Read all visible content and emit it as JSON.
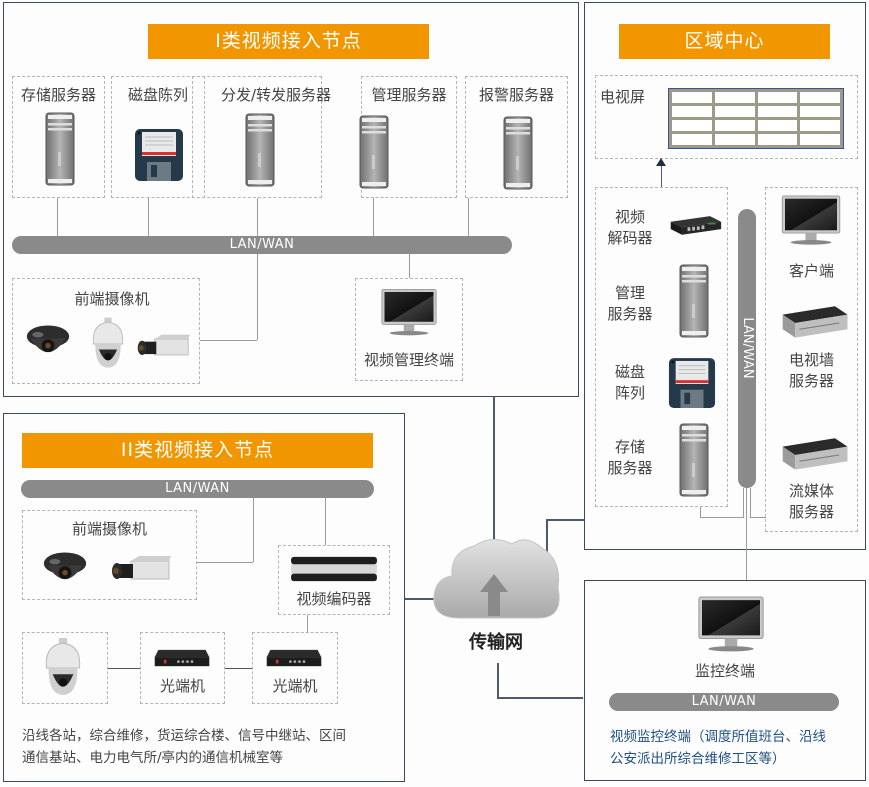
{
  "node1": {
    "title": "I类视频接入节点",
    "devices": [
      {
        "label": "存储服务器",
        "icon": "server-tower-icon"
      },
      {
        "label": "磁盘陈列",
        "icon": "disk-array-icon"
      },
      {
        "label": "分发/转发服务器",
        "icon": "server-tower-icon"
      },
      {
        "label": "管理服务器",
        "icon": "server-tower-icon"
      },
      {
        "label": "报警服务器",
        "icon": "server-tower-icon"
      }
    ],
    "bus_label": "LAN/WAN",
    "cameras_label": "前端摄像机",
    "terminal_label": "视频管理终端"
  },
  "center": {
    "title": "区域中心",
    "tv_wall_label": "电视屏",
    "left_devices": [
      {
        "label_line1": "视频",
        "label_line2": "解码器",
        "icon": "decoder-icon"
      },
      {
        "label_line1": "管理",
        "label_line2": "服务器",
        "icon": "server-tower-icon"
      },
      {
        "label_line1": "磁盘",
        "label_line2": "阵列",
        "icon": "disk-array-icon"
      },
      {
        "label_line1": "存储",
        "label_line2": "服务器",
        "icon": "server-tower-icon"
      }
    ],
    "bus_label": "LAN/WAN",
    "right_devices": [
      {
        "label_line1": "客户端",
        "label_line2": "",
        "icon": "monitor-icon"
      },
      {
        "label_line1": "电视墙",
        "label_line2": "服务器",
        "icon": "rack-server-icon"
      },
      {
        "label_line1": "流媒体",
        "label_line2": "服务器",
        "icon": "rack-server-icon"
      }
    ]
  },
  "node2": {
    "title": "II类视频接入节点",
    "bus_label": "LAN/WAN",
    "cameras_label": "前端摄像机",
    "encoder_label": "视频编码器",
    "optical_label_1": "光端机",
    "optical_label_2": "光端机",
    "note_line1": "沿线各站，综合维修，货运综合楼、信号中继站、区间",
    "note_line2": "通信基站、电力电气所/亭内的通信机械室等"
  },
  "network": {
    "label": "传输网"
  },
  "monitor": {
    "terminal_label": "监控终端",
    "bus_label": "LAN/WAN",
    "note_line1": "视频监控终端（调度所值班台、沿线",
    "note_line2": "公安派出所综合维修工区等）"
  },
  "colors": {
    "banner": "#f29600",
    "bus": "#8a8a8a",
    "panel_border": "#3d4a5c",
    "note_blue": "#1e4f86"
  }
}
